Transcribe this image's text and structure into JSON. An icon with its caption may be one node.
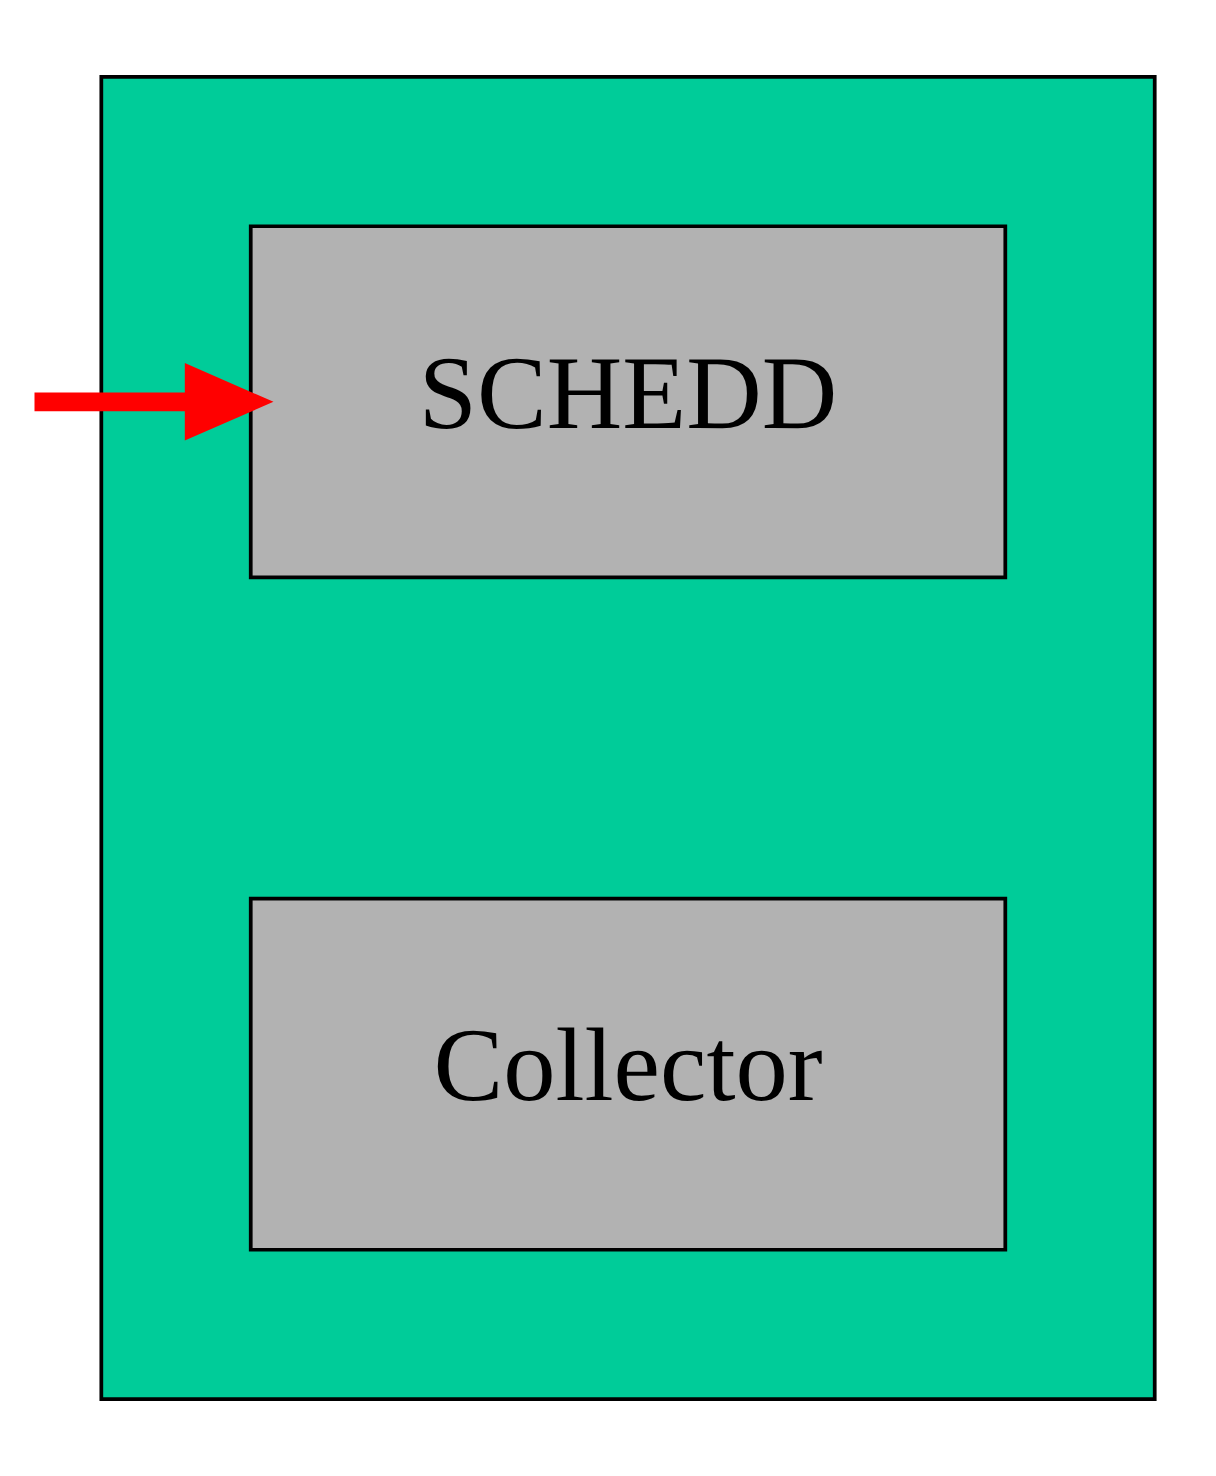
{
  "diagram": {
    "nodes": [
      {
        "text": [],
        "shape": "box"
      },
      {
        "text": [
          "SCHEDD"
        ],
        "in": 0
      },
      {
        "text": [
          "Collector"
        ],
        "in": 0
      }
    ],
    "edges": [
      {
        "from": null,
        "to": 1,
        "arrow": "to",
        "color": "#ff0000"
      }
    ]
  }
}
